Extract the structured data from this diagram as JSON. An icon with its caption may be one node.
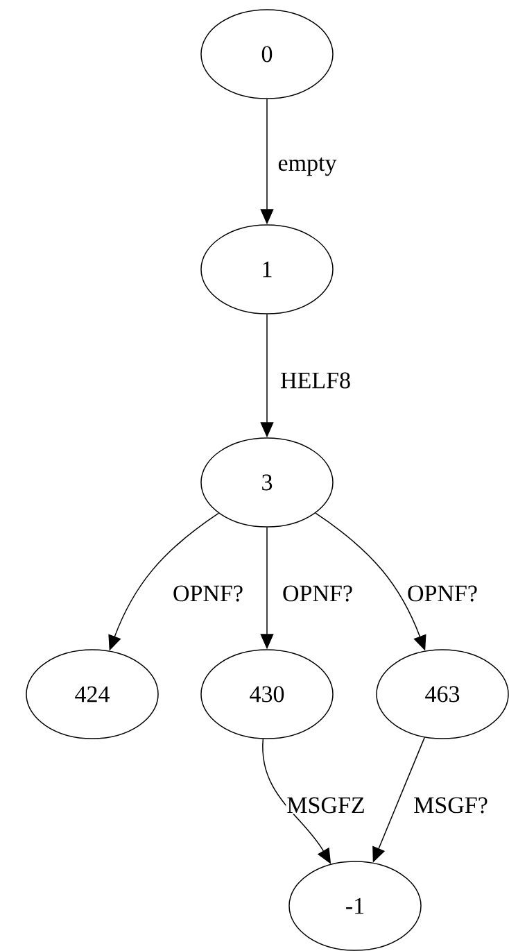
{
  "diagram": {
    "nodes": [
      {
        "text": [
          "0"
        ]
      },
      {
        "text": [
          "1"
        ]
      },
      {
        "text": [
          "3"
        ]
      },
      {
        "text": [
          "424"
        ]
      },
      {
        "text": [
          "430"
        ]
      },
      {
        "text": [
          "463"
        ]
      },
      {
        "text": [
          "-1"
        ]
      }
    ],
    "edges": [
      {
        "from": 0,
        "to": 1,
        "arrow": "to",
        "label": "empty"
      },
      {
        "from": 1,
        "to": 2,
        "arrow": "to",
        "label": "HELF8"
      },
      {
        "from": 2,
        "to": 3,
        "arrow": "to",
        "label": "OPNF?"
      },
      {
        "from": 2,
        "to": 4,
        "arrow": "to",
        "label": "OPNF?"
      },
      {
        "from": 2,
        "to": 5,
        "arrow": "to",
        "label": "OPNF?"
      },
      {
        "from": 4,
        "to": 6,
        "arrow": "to",
        "label": "MSGFZ"
      },
      {
        "from": 5,
        "to": 6,
        "arrow": "to",
        "label": "MSGF?"
      }
    ]
  }
}
